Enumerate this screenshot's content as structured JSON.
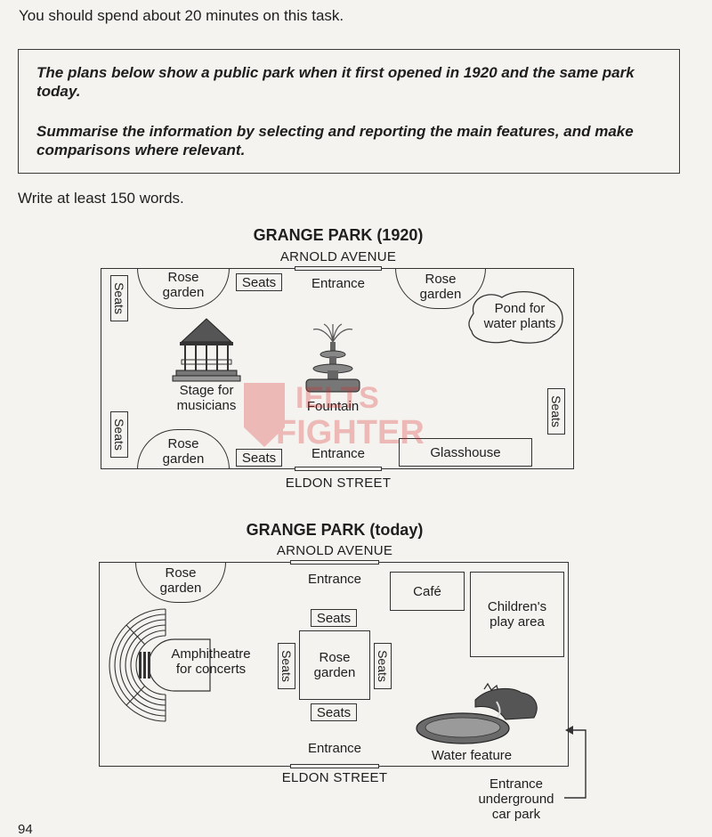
{
  "instruction": "You should spend about 20 minutes on this task.",
  "task": {
    "line1": "The plans below show a public park when it first opened in 1920 and the same park today.",
    "line2": "Summarise the information by selecting and reporting the main features, and make comparisons where relevant."
  },
  "word_count": "Write at least 150 words.",
  "plan_1920": {
    "title": "GRANGE PARK (1920)",
    "top_street": "ARNOLD AVENUE",
    "bottom_street": "ELDON STREET",
    "rose_garden_top_left": [
      "Rose",
      "garden"
    ],
    "rose_garden_top_right": [
      "Rose",
      "garden"
    ],
    "rose_garden_bottom": [
      "Rose",
      "garden"
    ],
    "seats": "Seats",
    "entrance_top": "Entrance",
    "entrance_bottom": "Entrance",
    "pond": [
      "Pond for",
      "water plants"
    ],
    "stage": [
      "Stage for",
      "musicians"
    ],
    "fountain": "Fountain",
    "glasshouse": "Glasshouse"
  },
  "plan_today": {
    "title": "GRANGE PARK (today)",
    "top_street": "ARNOLD AVENUE",
    "bottom_street": "ELDON STREET",
    "rose_garden_top": [
      "Rose",
      "garden"
    ],
    "rose_garden_center": [
      "Rose",
      "garden"
    ],
    "entrance_top": "Entrance",
    "entrance_bottom": "Entrance",
    "cafe": "Café",
    "play_area": [
      "Children's",
      "play area"
    ],
    "seats": "Seats",
    "amphitheatre": [
      "Amphitheatre",
      "for concerts"
    ],
    "water_feature": "Water feature",
    "car_park": [
      "Entrance",
      "underground",
      "car park"
    ]
  },
  "watermark": [
    "IELTS",
    "FIGHTER"
  ],
  "page_number": "94",
  "colors": {
    "ink": "#1e1e1e",
    "paper": "#f4f3ef",
    "watermark": "#d9252a"
  }
}
